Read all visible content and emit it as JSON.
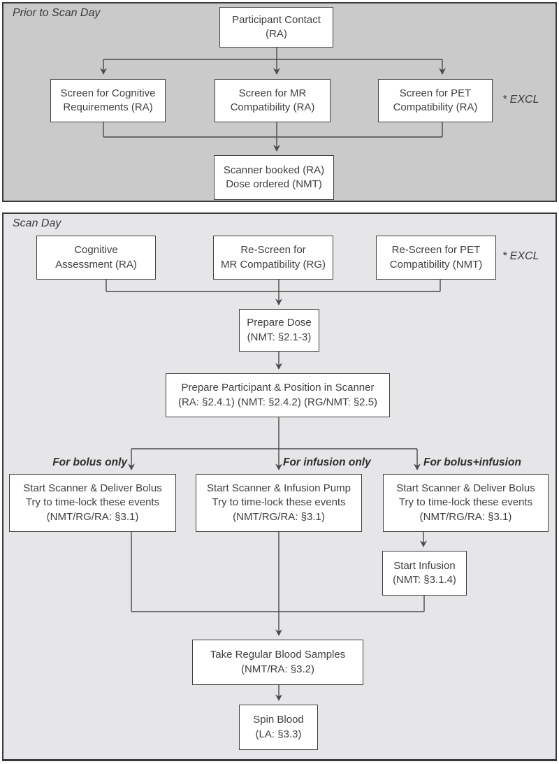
{
  "colors": {
    "panel1_bg": "#cacaca",
    "panel2_bg": "#e6e6e8",
    "box_bg": "#ffffff",
    "panel_border": "#39393b",
    "box_border": "#414141",
    "line": "#4a4a4a",
    "text": "#3f3f3f"
  },
  "section_prior": {
    "label": "Prior to Scan Day",
    "excl_note": "* EXCL",
    "boxes": {
      "participant_contact": [
        "Participant Contact",
        "(RA)"
      ],
      "screen_cognitive": [
        "Screen for Cognitive",
        "Requirements (RA)"
      ],
      "screen_mr": [
        "Screen for MR",
        "Compatibility (RA)"
      ],
      "screen_pet": [
        "Screen for PET",
        "Compatibility (RA)"
      ],
      "scanner_booked": [
        "Scanner booked (RA)",
        "Dose ordered (NMT)"
      ]
    }
  },
  "section_scan": {
    "label": "Scan Day",
    "excl_note": "* EXCL",
    "boxes": {
      "cognitive_assessment": [
        "Cognitive",
        "Assessment (RA)"
      ],
      "rescreen_mr": [
        "Re-Screen for",
        "MR Compatibility (RG)"
      ],
      "rescreen_pet": [
        "Re-Screen for PET",
        "Compatibility (NMT)"
      ],
      "prepare_dose": [
        "Prepare Dose",
        "(NMT: §2.1-3)"
      ],
      "prepare_participant": [
        "Prepare Participant & Position in Scanner",
        "(RA: §2.4.1) (NMT: §2.4.2) (RG/NMT: §2.5)"
      ],
      "bolus_only_box": [
        "Start Scanner & Deliver Bolus",
        "Try to time-lock these events",
        "(NMT/RG/RA: §3.1)"
      ],
      "infusion_only_box": [
        "Start Scanner & Infusion Pump",
        "Try to time-lock these events",
        "(NMT/RG/RA: §3.1)"
      ],
      "bolus_infusion_box": [
        "Start Scanner & Deliver Bolus",
        "Try to time-lock these events",
        "(NMT/RG/RA: §3.1)"
      ],
      "start_infusion": [
        "Start Infusion",
        "(NMT: §3.1.4)"
      ],
      "blood_samples": [
        "Take Regular Blood Samples",
        "(NMT/RA: §3.2)"
      ],
      "spin_blood": [
        "Spin Blood",
        "(LA: §3.3)"
      ]
    },
    "branch_labels": {
      "bolus": "For bolus only",
      "infusion": "For infusion only",
      "bolus_infusion": "For bolus+infusion"
    }
  }
}
